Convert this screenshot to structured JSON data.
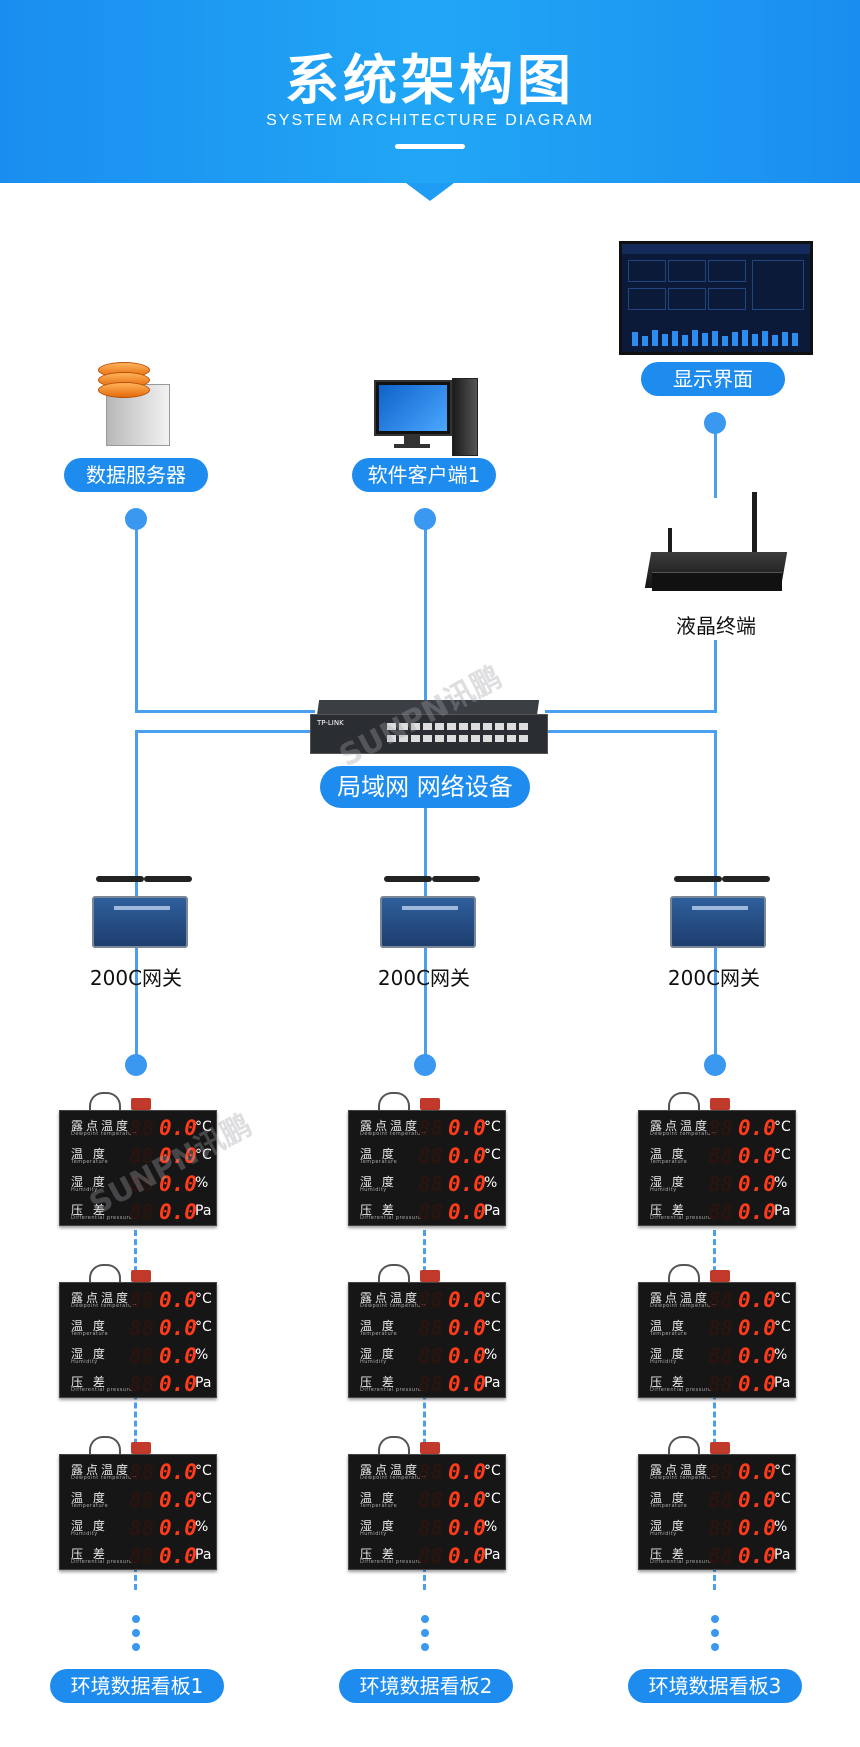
{
  "header": {
    "title": "系统架构图",
    "subtitle": "SYSTEM ARCHITECTURE DIAGRAM"
  },
  "nodes": {
    "data_server": "数据服务器",
    "software_client": "软件客户端1",
    "display_ui": "显示界面",
    "lcd_terminal": "液晶终端",
    "network": "局域网 网络设备",
    "gateway_label": "200C网关",
    "switch_brand": "TP-LINK"
  },
  "board_rows": [
    {
      "label": "露点温度",
      "sub": "Dewpoint temperature",
      "value": "0.0",
      "unit": "°C"
    },
    {
      "label": "温  度",
      "sub": "Temperature",
      "value": "0.0",
      "unit": "°C"
    },
    {
      "label": "湿  度",
      "sub": "Humidity",
      "value": "0.0",
      "unit": "%"
    },
    {
      "label": "压  差",
      "sub": "Differential pressure",
      "value": "0.0",
      "unit": "Pa"
    }
  ],
  "boards_group_labels": [
    "环境数据看板1",
    "环境数据看板2",
    "环境数据看板3"
  ],
  "watermark": "SUNPN讯鹏",
  "colors": {
    "header_blue": "#1f9cf3",
    "line_blue": "#4aa0ef",
    "pill_blue": "#1e8cee",
    "led_red": "#ff3b1a"
  }
}
